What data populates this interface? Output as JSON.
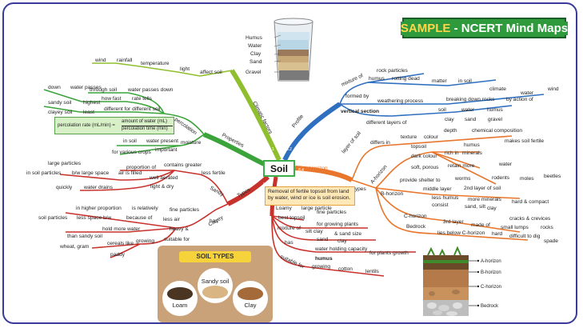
{
  "banner": {
    "sample": "SAMPLE",
    "rest": " - NCERT Mind Maps"
  },
  "center": "Soil",
  "branches": {
    "climatic": "Climatic factors",
    "profile": "Profile",
    "properties": "Properties",
    "horizon": "Horizon",
    "types_left": "Types",
    "types_right": "types"
  },
  "numbers": {
    "n1": "8.1",
    "n2": "8.2",
    "n3": "8.3",
    "n4": "8.4",
    "n5": "8.5"
  },
  "jar": {
    "labels": [
      "Humus",
      "Water",
      "Clay",
      "Sand",
      "Gravel"
    ]
  },
  "climate": {
    "affect_soil": "affect soil",
    "light": "light",
    "temperature": "temperature",
    "rainfall": "rainfall",
    "wind": "wind"
  },
  "percolation": {
    "title": "percolation",
    "through_soil": "through soil",
    "water_passes_down": "water passes down",
    "down": "down",
    "water_passes": "water passes",
    "how_fast": "how fast",
    "rate_tells": "rate tells",
    "sandy_soil": "sandy soil",
    "highest": "highest",
    "clayey_soil": "clayey soil",
    "least": "least",
    "different": "different for different soil",
    "rate_label": "percolation rate  (mL/min) =",
    "rate_num": "amount of water (mL)",
    "rate_den": "percolation time (min)"
  },
  "moisture": {
    "title": "moisture",
    "in_soil": "in soil",
    "water_present": "water present",
    "for_crops": "for various crops",
    "important": "important"
  },
  "sandy": {
    "title": "Sandy",
    "less_fertile": "less fertile",
    "large_particles": "large particles",
    "proportion_of": "proportion of",
    "contains_greater": "contains greater",
    "in_soil_particles": "in soil particles",
    "bw_large_space": "b/w large space",
    "air_filled": "air is filled",
    "well_aerated": "well aerated",
    "quickly": "quickly",
    "water_drains": "water drains",
    "light_dry": "light & dry"
  },
  "clayey": {
    "title": "Clayey",
    "higher_proportion": "in higher proportion",
    "is_relatively": "is relatively",
    "fine_particles": "fine particles",
    "has": "has",
    "soil_particles": "soil particles",
    "less_space": "less space b/w",
    "because_of": "because of",
    "less_air": "less air",
    "heavy": "heavy &",
    "hold_more_water": "hold more water",
    "than_sandy": "than sandy soil",
    "growing": "growing",
    "suitable_for": "suitable for",
    "cereals_like": "cereals like",
    "wheat_gram": "wheat, gram",
    "paddy": "paddy"
  },
  "loamy": {
    "title": "Loamy",
    "large_particle": "large particle",
    "fine_particles": "fine particles",
    "best_topsoil": "best topsoil",
    "for_growing_plants": "for growing plants",
    "mixture_of": "mixture of",
    "silt_clay": "silt clay",
    "sand_size": "& sand size",
    "sand": "sand",
    "clay": "clay",
    "has": "has",
    "water_holding": "water holding capacity",
    "for_plants_growth": "for plants growth",
    "humus": "humus",
    "suitable_for": "suitable for",
    "growing": "growing",
    "cotton": "cotton",
    "lentils": "lentils"
  },
  "profile": {
    "mixture_of": "mixture of",
    "rock_particles": "rock particles",
    "humus": "humus",
    "rotting_dead": "rotting dead",
    "matter": "matter",
    "in_soil": "in soil",
    "formed_by": "formed by",
    "weathering": "weathering process",
    "breaking_down": "breaking down rocks",
    "by_action_of": "by action of",
    "climate": "climate",
    "water": "water",
    "wind": "wind",
    "vertical_section": "vertical section",
    "different_layers": "different layers of",
    "soil": "soil",
    "water2": "water",
    "humus2": "humus",
    "clay": "clay",
    "sand": "sand",
    "gravel": "gravel"
  },
  "horizon": {
    "layer_of_soil": "layer of soil",
    "differs_in": "differs in",
    "texture": "texture",
    "colour": "colour",
    "depth": "depth",
    "chemical": "chemical composition",
    "a_horizon": "A-horizon",
    "topsoil": "topsoil",
    "humus": "humus",
    "makes_fertile": "makes soil fertile",
    "dark_colour": "dark colour",
    "rich_in": "rich in",
    "minerals": "minerals",
    "soft_porous": "soft, porous",
    "retain_more": "retain more",
    "water": "water",
    "provide_shelter": "provide shelter to",
    "worms": "worms",
    "rodents": "rodents",
    "moles": "moles",
    "beetles": "beetles",
    "b_horizon": "B-horizon",
    "middle_layer": "middle layer",
    "second_layer": "2nd layer",
    "of_soil": "of soil",
    "less_humus": "less humus",
    "more_minerals": "more minerals",
    "hard_compact": "hard & compact",
    "consist": "consist",
    "sand_silt": "sand, silt",
    "clay": "clay",
    "c_horizon": "C-horizon",
    "third_layer": "3rd layer",
    "made_of": "made of",
    "cracks": "cracks & crevices",
    "small_lumps": "small lumps",
    "rocks": "rocks",
    "bedrock": "Bedrock",
    "lies_below": "lies below C-horizon",
    "hard": "hard",
    "difficult": "difficult to dig",
    "spade": "spade"
  },
  "erosion_note": "Removal of fertile topsoil from land by water, wind or ice is soil erosion.",
  "soil_types": {
    "title": "SOIL TYPES",
    "loam": "Loam",
    "sandy": "Sandy soil",
    "clay": "Clay"
  },
  "profile_diagram": {
    "labels": [
      "A-horizon",
      "B-horizon",
      "C-horizon",
      "Bedrock"
    ]
  },
  "colors": {
    "green": "#3aa43a",
    "blue": "#2e6fbf",
    "orange": "#e8762c",
    "red": "#c8322c",
    "yellowgreen": "#8fbf2e",
    "banner": "#2e9a3c"
  }
}
